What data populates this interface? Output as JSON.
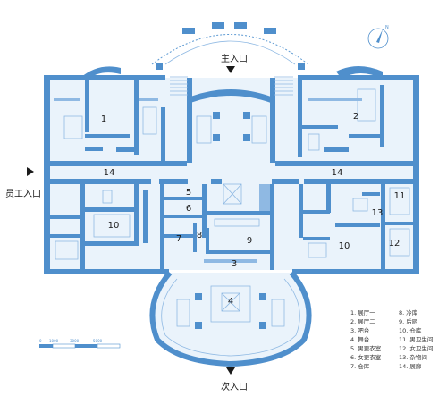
{
  "entrances": {
    "main": "主入口",
    "secondary": "次入口",
    "staff": "员工入口"
  },
  "rooms": {
    "r1": "1",
    "r2": "2",
    "r3": "3",
    "r4": "4",
    "r5": "5",
    "r6": "6",
    "r7": "7",
    "r8": "8",
    "r9": "9",
    "r10a": "10",
    "r10b": "10",
    "r11": "11",
    "r12": "12",
    "r13": "13",
    "r14a": "14",
    "r14b": "14"
  },
  "legend": [
    "1. 展厅一",
    "2. 展厅二",
    "3. 吧台",
    "4. 舞台",
    "5. 男更衣室",
    "6. 女更衣室",
    "7. 仓库",
    "8. 冷库",
    "9. 后厨",
    "10. 仓库",
    "11. 男卫生间",
    "12. 女卫生间",
    "13. 杂物间",
    "14. 展廊"
  ],
  "scale": {
    "t0": "0",
    "t1": "1000",
    "t2": "3000",
    "t3": "5000"
  },
  "colors": {
    "wall": "#4f8fcc",
    "wall_light": "#8fb9e3",
    "room_fill": "#eaf3fb"
  },
  "north_arrow": "compass-north-icon"
}
